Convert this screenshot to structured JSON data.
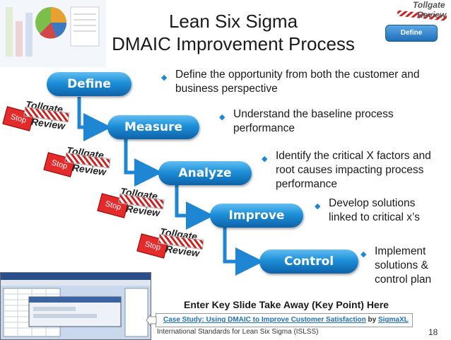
{
  "slide": {
    "title_line1": "Lean Six Sigma",
    "title_line2": "DMAIC Improvement Process",
    "badge": {
      "tollgate": "Tollgate",
      "review": "Review",
      "phase": "Define"
    }
  },
  "phases": [
    {
      "label": "Define",
      "bullet": "Define the opportunity from both the customer and business perspective"
    },
    {
      "label": "Measure",
      "bullet": "Understand the baseline process performance"
    },
    {
      "label": "Analyze",
      "bullet": "Identify the critical X factors and root causes impacting process performance"
    },
    {
      "label": "Improve",
      "bullet": "Develop solutions linked to critical x’s"
    },
    {
      "label": "Control",
      "bullet": "Implement solutions & control plan"
    }
  ],
  "tollgates": [
    {
      "stop": "Stop",
      "tollgate": "Tollgate",
      "review": "Review"
    },
    {
      "stop": "Stop",
      "tollgate": "Tollgate",
      "review": "Review"
    },
    {
      "stop": "Stop",
      "tollgate": "Tollgate",
      "review": "Review"
    },
    {
      "stop": "Stop",
      "tollgate": "Tollgate",
      "review": "Review"
    }
  ],
  "key_point": "Enter Key Slide Take Away (Key Point) Here",
  "case_study": {
    "link_text": "Case Study: Using DMAIC to Improve Customer Satisfaction",
    "by": "by",
    "author": "SigmaXL"
  },
  "footer": "International Standards for Lean Six Sigma (ISLSS)",
  "page_number": "18",
  "colors": {
    "phase_blue": "#1d8fd8",
    "bullet_blue": "#1e86d3",
    "stop_red": "#e32b2b",
    "arrow_blue": "#1e86d3"
  }
}
